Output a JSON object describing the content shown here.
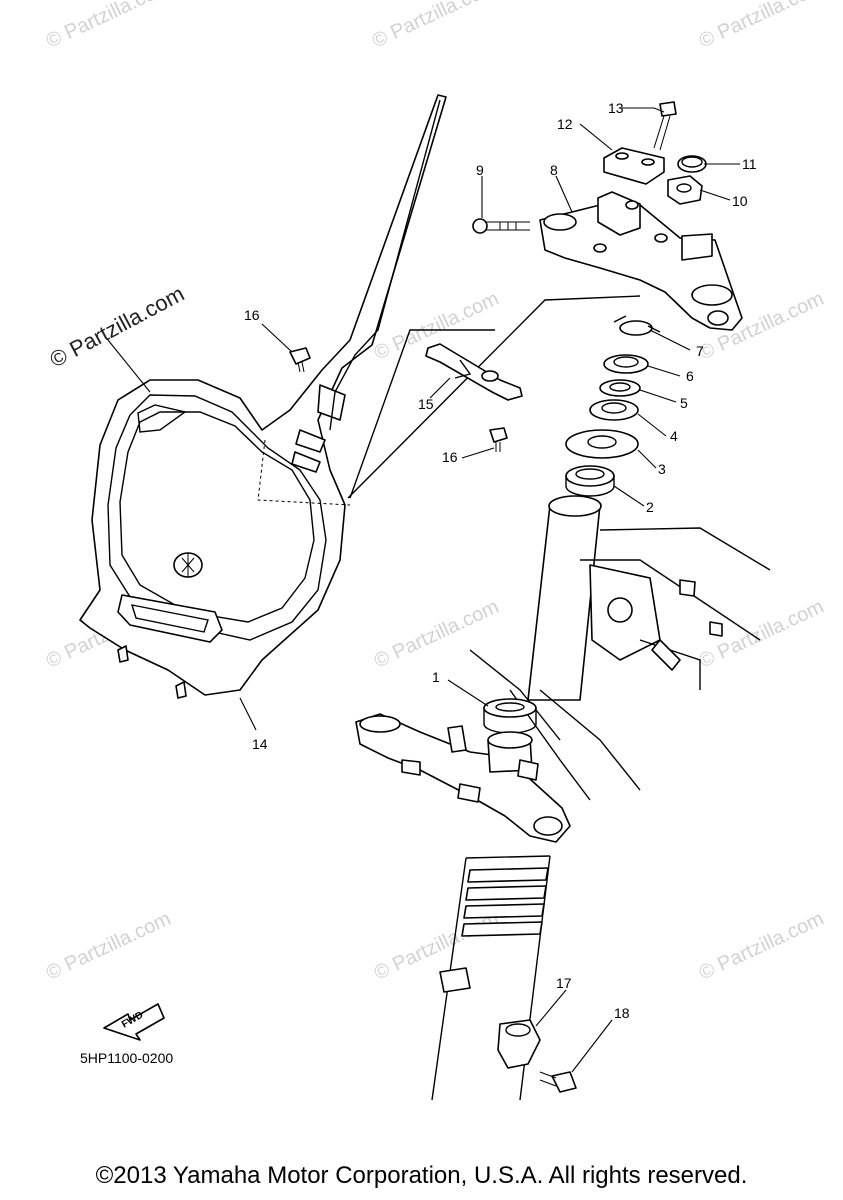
{
  "diagram": {
    "code": "5HP1100-0200",
    "copyright": "©2013 Yamaha Motor Corporation, U.S.A. All rights reserved.",
    "direction_label": "FWD",
    "watermark_text": "© Partzilla.com",
    "callouts": [
      "1",
      "2",
      "3",
      "4",
      "5",
      "6",
      "7",
      "8",
      "9",
      "10",
      "11",
      "12",
      "13",
      "14",
      "15",
      "16",
      "16",
      "17",
      "18"
    ]
  }
}
